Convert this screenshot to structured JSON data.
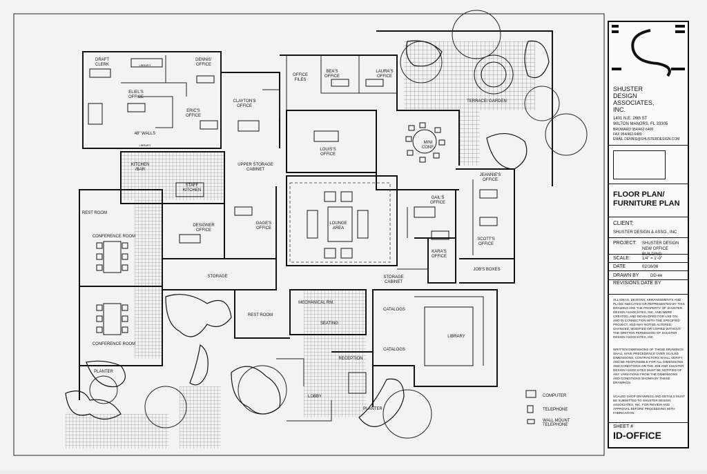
{
  "rooms": {
    "draft_clerk": "DRAFT\nCLERK",
    "dennis_office": "DENNIS'\nOFFICE",
    "eliels_office": "ELIEL'S\nOFFICE",
    "erics_office": "ERIC'S\nOFFICE",
    "claytons_office": "CLAYTON'S\nOFFICE",
    "office_files": "OFFICE\nFILES",
    "beas_office": "BEA'S\nOFFICE",
    "lauras_office": "LAURA'S\nOFFICE",
    "terrace_garden": "TERRACE/ GARDEN",
    "louis_office": "LOUIS'S\nOFFICE",
    "mini_conf": "MINI\nCONF.",
    "kitchen_bar": "KITCHEN\n/BAR",
    "staff_kitchen": "STAFF\nKITCHEN",
    "upper_storage": "UPPER STORAGE\nCABINET",
    "rest_room_1": "REST ROOM",
    "conference_room_1": "CONFERENCE ROOM",
    "designer_office": "DESIGNER\nOFFICE",
    "gages_office": "GAGE'S\nOFFICE",
    "lounge_area": "LOUNGE\nAREA",
    "gails_office": "GAIL'S\nOFFICE",
    "jeannies_office": "JEANNIE'S\nOFFICE",
    "scotts_office": "SCOTT'S\nOFFICE",
    "karas_office": "KARA'S\nOFFICE",
    "jobs_boxes": "JOB'S BOXES",
    "storage": "STORAGE",
    "storage_cabinet": "STORAGE\nCABINET",
    "mechanical_rm": "MECHANICAL RM.",
    "rest_room_2": "REST ROOM",
    "seating": "SEATING",
    "catalogs_1": "CATALOGS",
    "catalogs_2": "CATALOGS",
    "library_1": "LIBRARY",
    "library_2": "LIBRARY",
    "library_3": "LIBRARY",
    "conference_room_2": "CONFERENCE ROOM",
    "reception": "RECEPTION",
    "lobby": "LOBBY",
    "planter_1": "PLANTER",
    "planter_2": "PLANTER",
    "walls_note": "48\" WALLS"
  },
  "legend": {
    "computer": "COMPUTER",
    "telephone": "TELEPHONE",
    "wall_mount": "WALL MOUNT\nTELEPHONE"
  },
  "title_block": {
    "firm_name": "SHUSTER\nDESIGN\nASSOCIATES,\nINC.",
    "address": "1401 N.E. 26th ST\nWILTON MANORS, FL 33305",
    "contact": "BROWARD    954/462-6400\nFAX            954/462-6409\nEMAIL   DENNIS@SHUSTERDESIGN.COM",
    "drawing_title": "FLOOR PLAN/\nFURNITURE PLAN",
    "client_label": "CLIENT:",
    "client_value": "SHUSTER DESIGN & ASSO., INC",
    "project_label": "PROJECT:",
    "project_value": "SHUSTER DESIGN\nNEW OFFICE BUILDING",
    "scale_label": "SCALE:",
    "scale_value": "1/4\" = 1'-0\"",
    "date_label": "DATE",
    "date_value": "02/16/06",
    "drawn_by_label": "DRAWN BY",
    "drawn_by_value": "DD-ee",
    "revisions_label": "REVISIONS   DATE     BY",
    "notes_1": "ALL IDEAS, DESIGNS, ARRANGEMENTS AND PLANS INDICATED OR REPRESENTED BY THIS DRAWING ARE THE PROPERTY OF SHUSTER DESIGN ASSOCIATES, INC. AND WERE CREATED, AND DEVELOPED FOR USE ON, AND IN CONNECTION WITH THE SPECIFIED PROJECT, AND MAY NOT BE ALTERED, CHANGED, MODIFIED OR COPIED WITHOUT THE WRITTEN PERMISSION OF SHUSTER DESIGN ASSOCIATES, INC.",
    "notes_2": "WRITTEN DIMENSIONS OF THESE DRAWINGS SHALL HAVE PRECEDENCE OVER SCALED DIMENSIONS, CONTRACTORS SHALL VERIFY, AND BE RESPONSIBLE FOR ALL DIMENSIONS AND CONDITIONS ON THE JOB AND SHUSTER DESIGN ASSOCIATES MUST BE NOTIFIED OF ANY VARIATIONS FROM THE DIMENSIONS AND CONDITIONS SHOWN BY THESE DRAWINGS.",
    "notes_3": "SCALED SHOP DRAWINGS AND DETAILS MUST BE SUBMITTED TO SHUSTER DESIGN ASSOCIATES, INC. FOR REVIEW AND APPROVAL BEFORE PROCEEDING WITH FABRICATION.",
    "sheet_label": "SHEET #",
    "sheet_value": "ID-OFFICE"
  }
}
